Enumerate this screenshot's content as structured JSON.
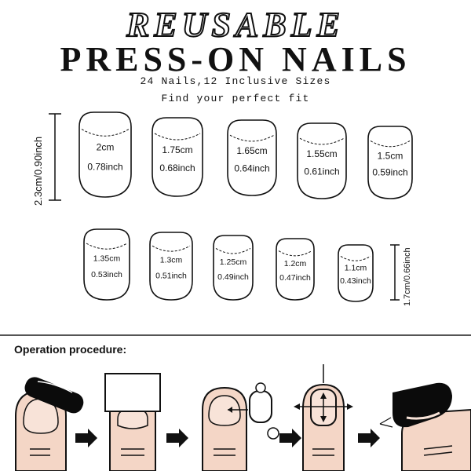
{
  "header": {
    "title_top": "REUSABLE",
    "title_main": "PRESS-ON NAILS",
    "subtitle": "24 Nails,12 Inclusive Sizes",
    "tagline": "Find your perfect fit"
  },
  "measures": {
    "top_height": "2.3cm/0.90inch",
    "bottom_height": "1.7cm/0.66inch"
  },
  "nails_row1": [
    {
      "cm": "2cm",
      "inch": "0.78inch"
    },
    {
      "cm": "1.75cm",
      "inch": "0.68inch"
    },
    {
      "cm": "1.65cm",
      "inch": "0.64inch"
    },
    {
      "cm": "1.55cm",
      "inch": "0.61inch"
    },
    {
      "cm": "1.5cm",
      "inch": "0.59inch"
    }
  ],
  "nails_row2": [
    {
      "cm": "1.35cm",
      "inch": "0.53inch"
    },
    {
      "cm": "1.3cm",
      "inch": "0.51inch"
    },
    {
      "cm": "1.25cm",
      "inch": "0.49inch"
    },
    {
      "cm": "1.2cm",
      "inch": "0.47inch"
    },
    {
      "cm": "1.1cm",
      "inch": "0.43inch"
    }
  ],
  "procedure": {
    "title": "Operation procedure:"
  },
  "colors": {
    "skin": "#f4d6c6",
    "nail_black": "#0b0b0b",
    "outline": "#111111"
  }
}
